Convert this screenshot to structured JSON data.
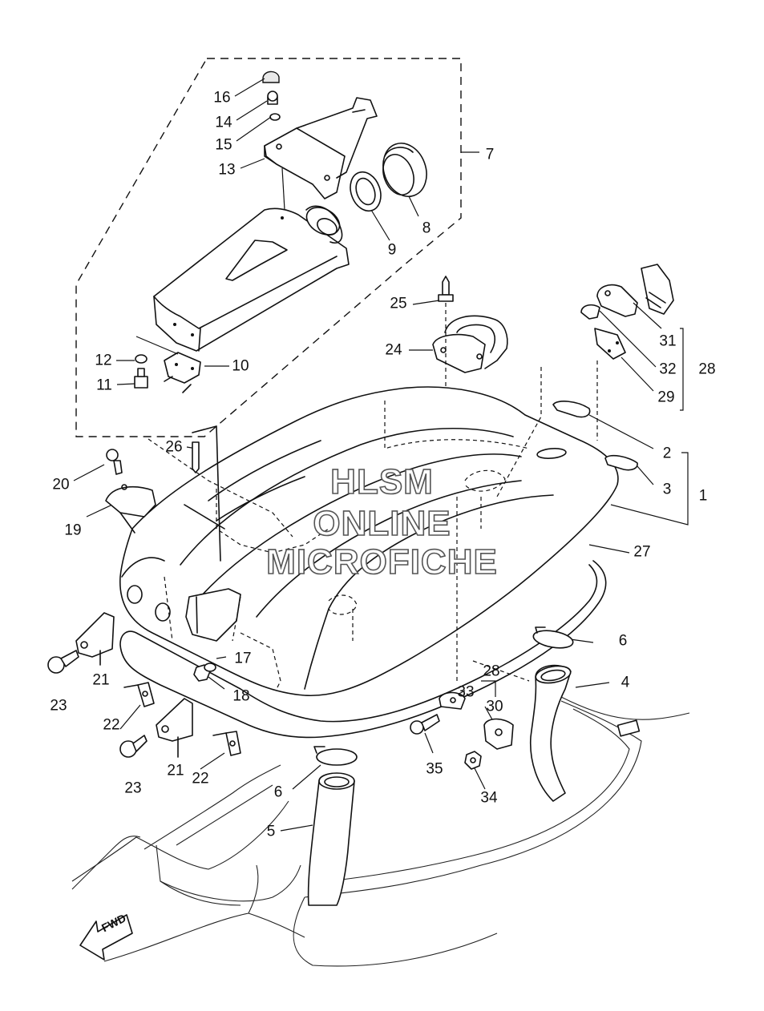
{
  "watermark": {
    "line1": "HLSM",
    "line2": "ONLINE",
    "line3": "MICROFICHE"
  },
  "direction_marker": {
    "label": "FWD",
    "icon": "arrow-left-icon"
  },
  "callouts": [
    {
      "id": "c16",
      "label": "16"
    },
    {
      "id": "c14",
      "label": "14"
    },
    {
      "id": "c15",
      "label": "15"
    },
    {
      "id": "c13",
      "label": "13"
    },
    {
      "id": "c7",
      "label": "7"
    },
    {
      "id": "c8",
      "label": "8"
    },
    {
      "id": "c9",
      "label": "9"
    },
    {
      "id": "c25",
      "label": "25"
    },
    {
      "id": "c24",
      "label": "24"
    },
    {
      "id": "c31",
      "label": "31"
    },
    {
      "id": "c32",
      "label": "32"
    },
    {
      "id": "c28a",
      "label": "28"
    },
    {
      "id": "c29",
      "label": "29"
    },
    {
      "id": "c12",
      "label": "12"
    },
    {
      "id": "c10",
      "label": "10"
    },
    {
      "id": "c11",
      "label": "11"
    },
    {
      "id": "c26",
      "label": "26"
    },
    {
      "id": "c20",
      "label": "20"
    },
    {
      "id": "c19",
      "label": "19"
    },
    {
      "id": "c2",
      "label": "2"
    },
    {
      "id": "c3",
      "label": "3"
    },
    {
      "id": "c1",
      "label": "1"
    },
    {
      "id": "c27",
      "label": "27"
    },
    {
      "id": "c6a",
      "label": "6"
    },
    {
      "id": "c4",
      "label": "4"
    },
    {
      "id": "c28b",
      "label": "28"
    },
    {
      "id": "c33",
      "label": "33"
    },
    {
      "id": "c30",
      "label": "30"
    },
    {
      "id": "c17",
      "label": "17"
    },
    {
      "id": "c18",
      "label": "18"
    },
    {
      "id": "c21a",
      "label": "21"
    },
    {
      "id": "c23a",
      "label": "23"
    },
    {
      "id": "c22a",
      "label": "22"
    },
    {
      "id": "c21b",
      "label": "21"
    },
    {
      "id": "c22b",
      "label": "22"
    },
    {
      "id": "c23b",
      "label": "23"
    },
    {
      "id": "c35",
      "label": "35"
    },
    {
      "id": "c34",
      "label": "34"
    },
    {
      "id": "c6b",
      "label": "6"
    },
    {
      "id": "c5",
      "label": "5"
    }
  ]
}
